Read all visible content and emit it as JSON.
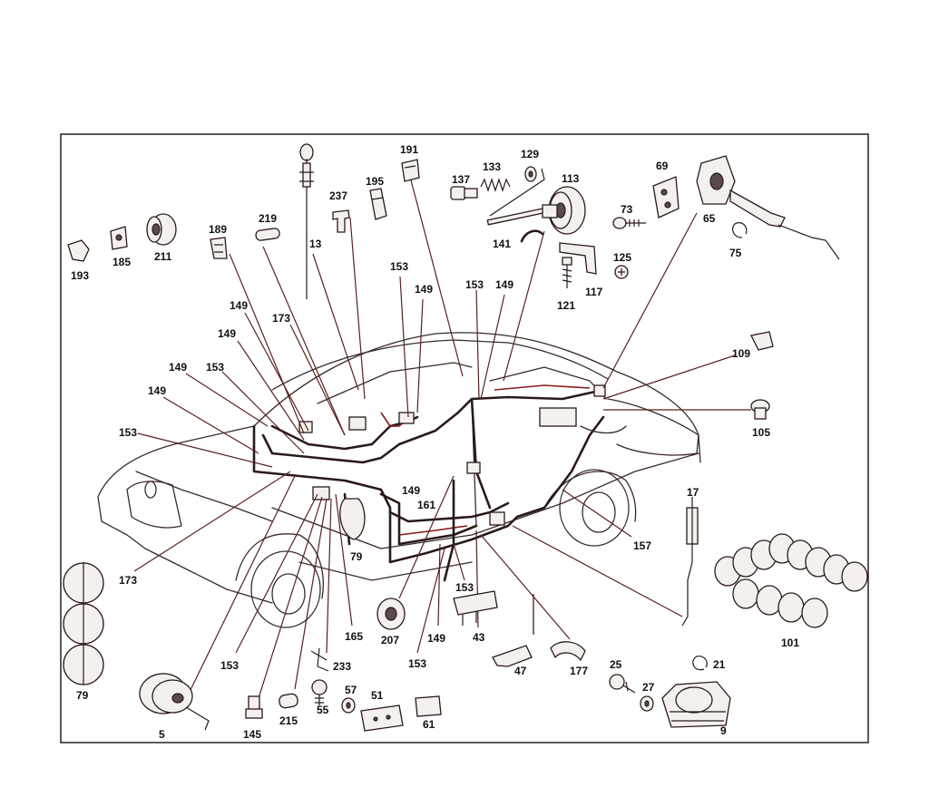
{
  "callouts": [
    {
      "id": "c193",
      "text": "193"
    },
    {
      "id": "c185",
      "text": "185"
    },
    {
      "id": "c211",
      "text": "211"
    },
    {
      "id": "c189",
      "text": "189"
    },
    {
      "id": "c219",
      "text": "219"
    },
    {
      "id": "c13",
      "text": "13"
    },
    {
      "id": "c237",
      "text": "237"
    },
    {
      "id": "c195",
      "text": "195"
    },
    {
      "id": "c191",
      "text": "191"
    },
    {
      "id": "c137",
      "text": "137"
    },
    {
      "id": "c133",
      "text": "133"
    },
    {
      "id": "c129",
      "text": "129"
    },
    {
      "id": "c113",
      "text": "113"
    },
    {
      "id": "c69",
      "text": "69"
    },
    {
      "id": "c73",
      "text": "73"
    },
    {
      "id": "c65",
      "text": "65"
    },
    {
      "id": "c75",
      "text": "75"
    },
    {
      "id": "c141",
      "text": "141"
    },
    {
      "id": "c125",
      "text": "125"
    },
    {
      "id": "c117",
      "text": "117"
    },
    {
      "id": "c121",
      "text": "121"
    },
    {
      "id": "c153a",
      "text": "153"
    },
    {
      "id": "c149a",
      "text": "149"
    },
    {
      "id": "c153b",
      "text": "153"
    },
    {
      "id": "c149b",
      "text": "149"
    },
    {
      "id": "c149c",
      "text": "149"
    },
    {
      "id": "c173a",
      "text": "173"
    },
    {
      "id": "c149d",
      "text": "149"
    },
    {
      "id": "c149e",
      "text": "149"
    },
    {
      "id": "c153c",
      "text": "153"
    },
    {
      "id": "c149f",
      "text": "149"
    },
    {
      "id": "c153d",
      "text": "153"
    },
    {
      "id": "c109",
      "text": "109"
    },
    {
      "id": "c105",
      "text": "105"
    },
    {
      "id": "c17",
      "text": "17"
    },
    {
      "id": "c157",
      "text": "157"
    },
    {
      "id": "c149g",
      "text": "149"
    },
    {
      "id": "c161",
      "text": "161"
    },
    {
      "id": "c79a",
      "text": "79"
    },
    {
      "id": "c173b",
      "text": "173"
    },
    {
      "id": "c101",
      "text": "101"
    },
    {
      "id": "c79b",
      "text": "79"
    },
    {
      "id": "c153e",
      "text": "153"
    },
    {
      "id": "c165",
      "text": "165"
    },
    {
      "id": "c207",
      "text": "207"
    },
    {
      "id": "c153f",
      "text": "153"
    },
    {
      "id": "c153g",
      "text": "153"
    },
    {
      "id": "c149h",
      "text": "149"
    },
    {
      "id": "c43",
      "text": "43"
    },
    {
      "id": "c233",
      "text": "233"
    },
    {
      "id": "c47",
      "text": "47"
    },
    {
      "id": "c177",
      "text": "177"
    },
    {
      "id": "c25",
      "text": "25"
    },
    {
      "id": "c21",
      "text": "21"
    },
    {
      "id": "c27",
      "text": "27"
    },
    {
      "id": "c57",
      "text": "57"
    },
    {
      "id": "c51",
      "text": "51"
    },
    {
      "id": "c55",
      "text": "55"
    },
    {
      "id": "c5",
      "text": "5"
    },
    {
      "id": "c145",
      "text": "145"
    },
    {
      "id": "c215",
      "text": "215"
    },
    {
      "id": "c61",
      "text": "61"
    },
    {
      "id": "c9",
      "text": "9"
    }
  ]
}
